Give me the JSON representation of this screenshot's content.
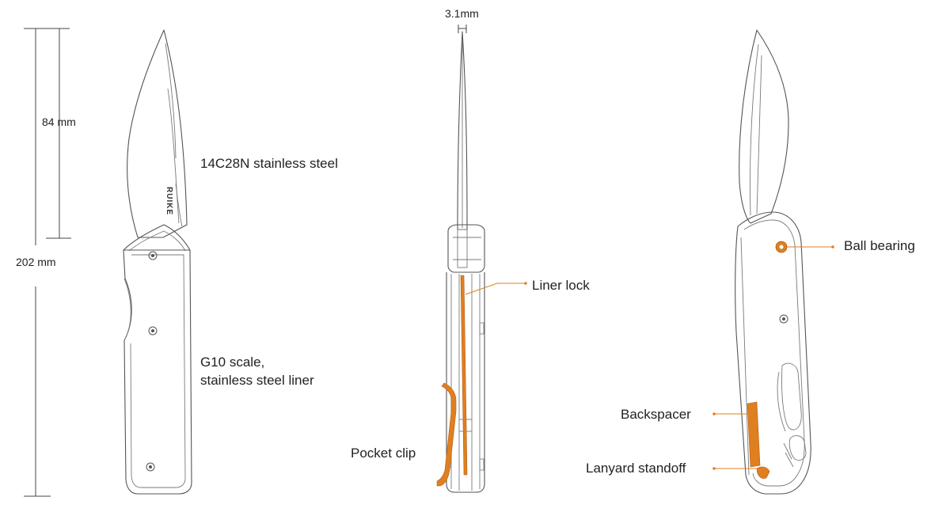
{
  "dimensions": {
    "blade_length": "84 mm",
    "overall_length": "202 mm",
    "blade_thickness": "3.1mm"
  },
  "brand": "RUIKE",
  "labels": {
    "blade_material": "14C28N stainless steel",
    "handle_line1": "G10 scale,",
    "handle_line2": "stainless steel liner",
    "liner_lock": "Liner lock",
    "pocket_clip": "Pocket clip",
    "ball_bearing": "Ball bearing",
    "backspacer": "Backspacer",
    "lanyard_standoff": "Lanyard standoff"
  },
  "colors": {
    "accent": "#e07f1f",
    "outline": "#555555",
    "text": "#222222"
  }
}
